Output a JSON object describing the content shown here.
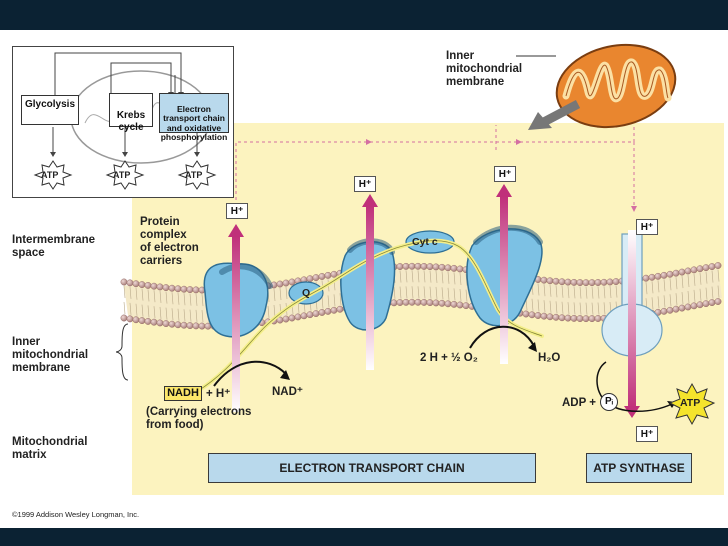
{
  "inset": {
    "glycolysis": "Glycolysis",
    "krebs": "Krebs\ncycle",
    "etc": "Electron\ntransport chain\nand oxidative\nphosphorylation",
    "atp_labels": [
      "ATP",
      "ATP",
      "ATP"
    ]
  },
  "labels": {
    "inner_membrane_top": "Inner\nmitochondrial\nmembrane",
    "intermembrane_space": "Intermembrane\nspace",
    "inner_membrane_side": "Inner\nmitochondrial\nmembrane",
    "matrix": "Mitochondrial\nmatrix",
    "protein_complex": "Protein\ncomplex\nof electron\ncarriers",
    "cyt_c": "Cyt c",
    "q": "Q",
    "hplus": "H⁺",
    "nadh": "NADH",
    "nadh_plus": "+ H⁺",
    "nad": "NAD⁺",
    "carrying": "(Carrying electrons\nfrom food)",
    "water_reactants": "2 H + ½ O₂",
    "water": "H₂O",
    "adp": "ADP +",
    "pi": "Pᵢ",
    "atp_out": "ATP",
    "etc_box": "ELECTRON TRANSPORT CHAIN",
    "atp_synthase_box": "ATP SYNTHASE",
    "copyright": "©1999 Addison Wesley Longman, Inc."
  },
  "colors": {
    "background_bar": "#0b2233",
    "yellow_region": "#fcf3bf",
    "protein": "#7cc1e4",
    "arrow_magenta": "#c0307a",
    "lipid_head": "#c9a3a0",
    "box_fill": "#b9d9ec",
    "mitochondrion": "#e9862f"
  }
}
